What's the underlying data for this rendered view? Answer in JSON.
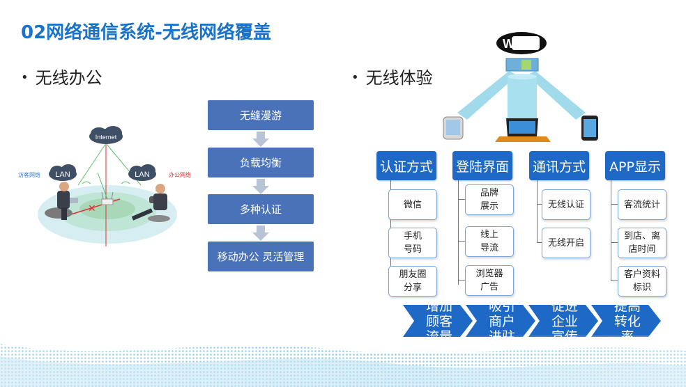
{
  "title": "02网络通信系统-无线网络覆盖",
  "left": {
    "bullet": "无线办公",
    "diagram": {
      "cloud_label": "Internet",
      "lan_left": "LAN",
      "lan_right": "LAN",
      "guest_label": "访客网络",
      "office_label": "办公网络"
    },
    "flow": [
      "无缝漫游",
      "负载均衡",
      "多种认证",
      "移动办公 灵活管理"
    ]
  },
  "right": {
    "bullet": "无线体验",
    "wifi_logo": "WiFi",
    "categories": [
      {
        "label": "认证方式",
        "items": [
          "微信",
          "手机\n号码",
          "朋友圈\n分享"
        ]
      },
      {
        "label": "登陆界面",
        "items": [
          "品牌\n展示",
          "线上\n导流",
          "浏览器\n广告"
        ]
      },
      {
        "label": "通讯方式",
        "items": [
          "无线认证",
          "无线开启"
        ]
      },
      {
        "label": "APP显示",
        "items": [
          "客流统计",
          "到店、离\n店时间",
          "客户资料\n标识"
        ]
      }
    ],
    "chevrons": [
      [
        "增加",
        "顾客",
        "流量"
      ],
      [
        "吸引",
        "商户",
        "进驻"
      ],
      [
        "促进",
        "企业",
        "宣传"
      ],
      [
        "提高",
        "转化",
        "率"
      ]
    ]
  },
  "colors": {
    "title": "#1a73c9",
    "flow_box": "#4a72b8",
    "category_box": "#1e69c5",
    "arrow": "#b8c4d6"
  }
}
